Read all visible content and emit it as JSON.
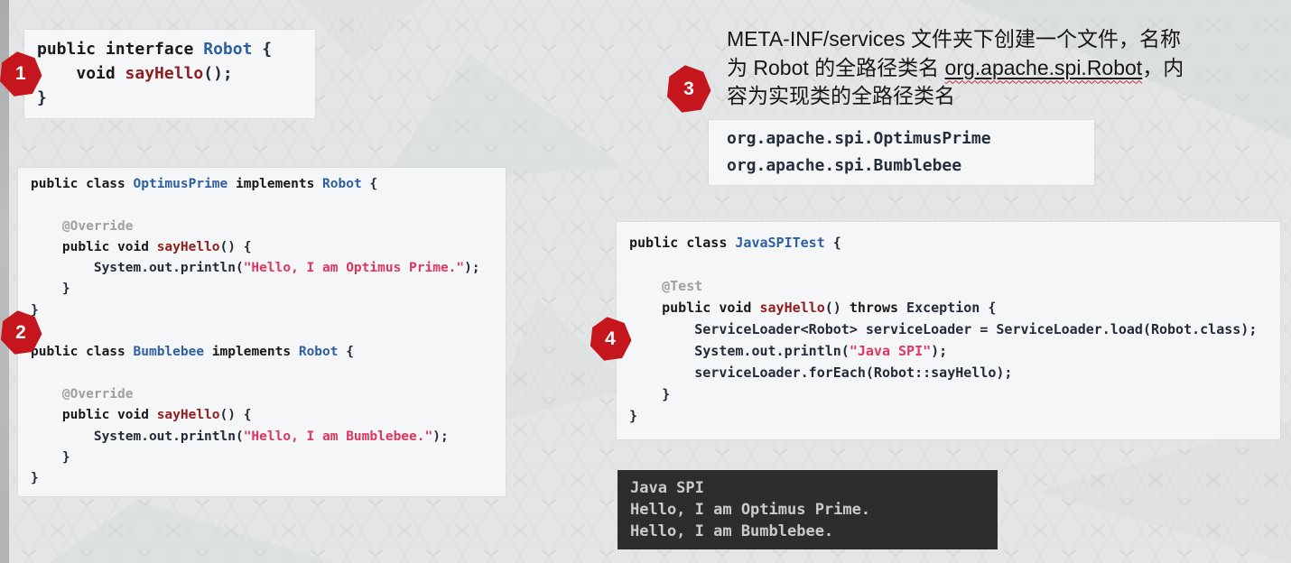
{
  "steps": [
    {
      "label": "1"
    },
    {
      "label": "2"
    },
    {
      "label": "3"
    },
    {
      "label": "4"
    }
  ],
  "colors": {
    "badge_red": "#c4161c",
    "card_background": "#f5f6f7",
    "page_background": "#e3e5e7",
    "type_blue": "#2e5f9f",
    "method_dark_red": "#8f1d1d",
    "string_rose": "#e0355f",
    "annotation_gray": "#9d9fa1",
    "console_background": "#2c2d2f",
    "console_text": "#c9cbcc"
  },
  "note3": {
    "lines": [
      [
        {
          "t": "META-INF/services 文件夹下创建一个文件，名称",
          "c": "n"
        }
      ],
      [
        {
          "t": "为 Robot 的全路径类名 ",
          "c": "n"
        },
        {
          "t": "org.apache.spi.Robot",
          "c": "u"
        },
        {
          "t": "，内",
          "c": "n"
        }
      ],
      [
        {
          "t": "容为实现类的全路径类名",
          "c": "n"
        }
      ]
    ]
  },
  "code_interface": {
    "lines": [
      [
        {
          "t": "public interface ",
          "c": "k"
        },
        {
          "t": "Robot",
          "c": "t"
        },
        {
          "t": " {",
          "c": "p"
        }
      ],
      [
        {
          "t": "    ",
          "c": "p"
        },
        {
          "t": "void ",
          "c": "k"
        },
        {
          "t": "sayHello",
          "c": "m"
        },
        {
          "t": "();",
          "c": "p"
        }
      ],
      [
        {
          "t": "}",
          "c": "p"
        }
      ]
    ]
  },
  "code_impls": {
    "lines": [
      [
        {
          "t": "public class ",
          "c": "k"
        },
        {
          "t": "OptimusPrime",
          "c": "t"
        },
        {
          "t": " implements ",
          "c": "k"
        },
        {
          "t": "Robot",
          "c": "t"
        },
        {
          "t": " {",
          "c": "p"
        }
      ],
      [],
      [
        {
          "t": "    @Override",
          "c": "a"
        }
      ],
      [
        {
          "t": "    ",
          "c": "p"
        },
        {
          "t": "public void ",
          "c": "k"
        },
        {
          "t": "sayHello",
          "c": "m"
        },
        {
          "t": "() {",
          "c": "p"
        }
      ],
      [
        {
          "t": "        System.out.println(",
          "c": "p"
        },
        {
          "t": "\"Hello, I am Optimus Prime.\"",
          "c": "s"
        },
        {
          "t": ");",
          "c": "p"
        }
      ],
      [
        {
          "t": "    }",
          "c": "p"
        }
      ],
      [
        {
          "t": "}",
          "c": "p"
        }
      ],
      [],
      [
        {
          "t": "public class ",
          "c": "k"
        },
        {
          "t": "Bumblebee",
          "c": "t"
        },
        {
          "t": " implements ",
          "c": "k"
        },
        {
          "t": "Robot",
          "c": "t"
        },
        {
          "t": " {",
          "c": "p"
        }
      ],
      [],
      [
        {
          "t": "    @Override",
          "c": "a"
        }
      ],
      [
        {
          "t": "    ",
          "c": "p"
        },
        {
          "t": "public void ",
          "c": "k"
        },
        {
          "t": "sayHello",
          "c": "m"
        },
        {
          "t": "() {",
          "c": "p"
        }
      ],
      [
        {
          "t": "        System.out.println(",
          "c": "p"
        },
        {
          "t": "\"Hello, I am Bumblebee.\"",
          "c": "s"
        },
        {
          "t": ");",
          "c": "p"
        }
      ],
      [
        {
          "t": "    }",
          "c": "p"
        }
      ],
      [
        {
          "t": "}",
          "c": "p"
        }
      ]
    ]
  },
  "code_services_file": {
    "lines": [
      [
        {
          "t": "org.apache.spi.OptimusPrime",
          "c": "f"
        }
      ],
      [
        {
          "t": "org.apache.spi.Bumblebee",
          "c": "f"
        }
      ]
    ]
  },
  "code_test": {
    "lines": [
      [
        {
          "t": "public class ",
          "c": "k"
        },
        {
          "t": "JavaSPITest",
          "c": "t"
        },
        {
          "t": " {",
          "c": "p"
        }
      ],
      [],
      [
        {
          "t": "    @Test",
          "c": "a"
        }
      ],
      [
        {
          "t": "    ",
          "c": "p"
        },
        {
          "t": "public void ",
          "c": "k"
        },
        {
          "t": "sayHello",
          "c": "m"
        },
        {
          "t": "() ",
          "c": "p"
        },
        {
          "t": "throws",
          "c": "k"
        },
        {
          "t": " Exception {",
          "c": "p"
        }
      ],
      [
        {
          "t": "        ServiceLoader<Robot> serviceLoader = ServiceLoader.load(Robot.class);",
          "c": "p"
        }
      ],
      [
        {
          "t": "        System.out.println(",
          "c": "p"
        },
        {
          "t": "\"Java SPI\"",
          "c": "s"
        },
        {
          "t": ");",
          "c": "p"
        }
      ],
      [
        {
          "t": "        serviceLoader.forEach(Robot::sayHello);",
          "c": "p"
        }
      ],
      [
        {
          "t": "    }",
          "c": "p"
        }
      ],
      [
        {
          "t": "}",
          "c": "p"
        }
      ]
    ]
  },
  "console": {
    "lines": [
      [
        {
          "t": "Java SPI",
          "c": "o"
        }
      ],
      [
        {
          "t": "Hello, I am Optimus Prime.",
          "c": "o"
        }
      ],
      [
        {
          "t": "Hello, I am Bumblebee.",
          "c": "o"
        }
      ]
    ]
  }
}
